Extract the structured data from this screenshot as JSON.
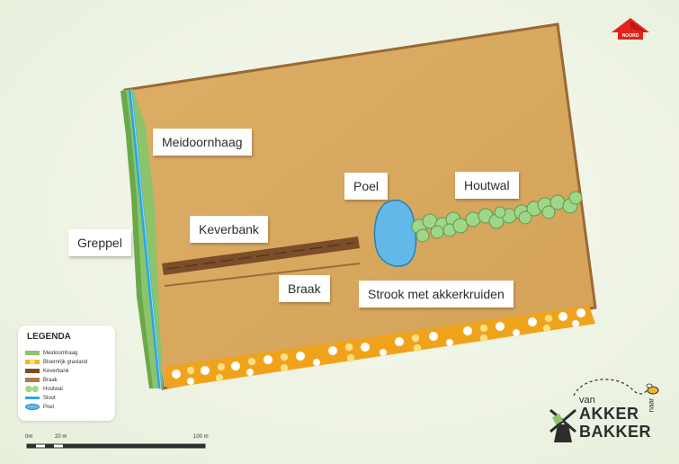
{
  "labels": {
    "meidoornhaag": "Meidoornhaag",
    "greppel": "Greppel",
    "keverbank": "Keverbank",
    "braak": "Braak",
    "poel": "Poel",
    "houtwal": "Houtwal",
    "strook": "Strook met akkerkruiden"
  },
  "legend": {
    "title": "LEGENDA",
    "items": [
      {
        "label": "Meidoornhaag",
        "icon": "hedge-swatch"
      },
      {
        "label": "Bloemrijk grasland",
        "icon": "flower-swatch"
      },
      {
        "label": "Keverbank",
        "icon": "beetle-bank-swatch"
      },
      {
        "label": "Braak",
        "icon": "fallow-swatch"
      },
      {
        "label": "Houtwal",
        "icon": "tree-row-swatch"
      },
      {
        "label": "Sloot",
        "icon": "ditch-swatch"
      },
      {
        "label": "Poel",
        "icon": "pond-swatch"
      }
    ]
  },
  "scalebar": {
    "start": "0m",
    "mid": "20 m",
    "end": "100 m"
  },
  "north": {
    "label": "NOORD",
    "icon": "north-arrow-icon"
  },
  "brand": {
    "van": "van",
    "akker": "AKKER",
    "naar": "naar",
    "bakker": "BAKKER",
    "icon": "windmill-bee-logo"
  },
  "colors": {
    "field": "#d9a95f",
    "field_border": "#9a6a35",
    "hedge": "#8cc46c",
    "ditch": "#2aa7df",
    "beetle_bank": "#7a4e2a",
    "pond": "#62b8e8",
    "tree": "#9fd68a",
    "flower_yellow": "#f4b81c",
    "north_red": "#e2231a"
  }
}
